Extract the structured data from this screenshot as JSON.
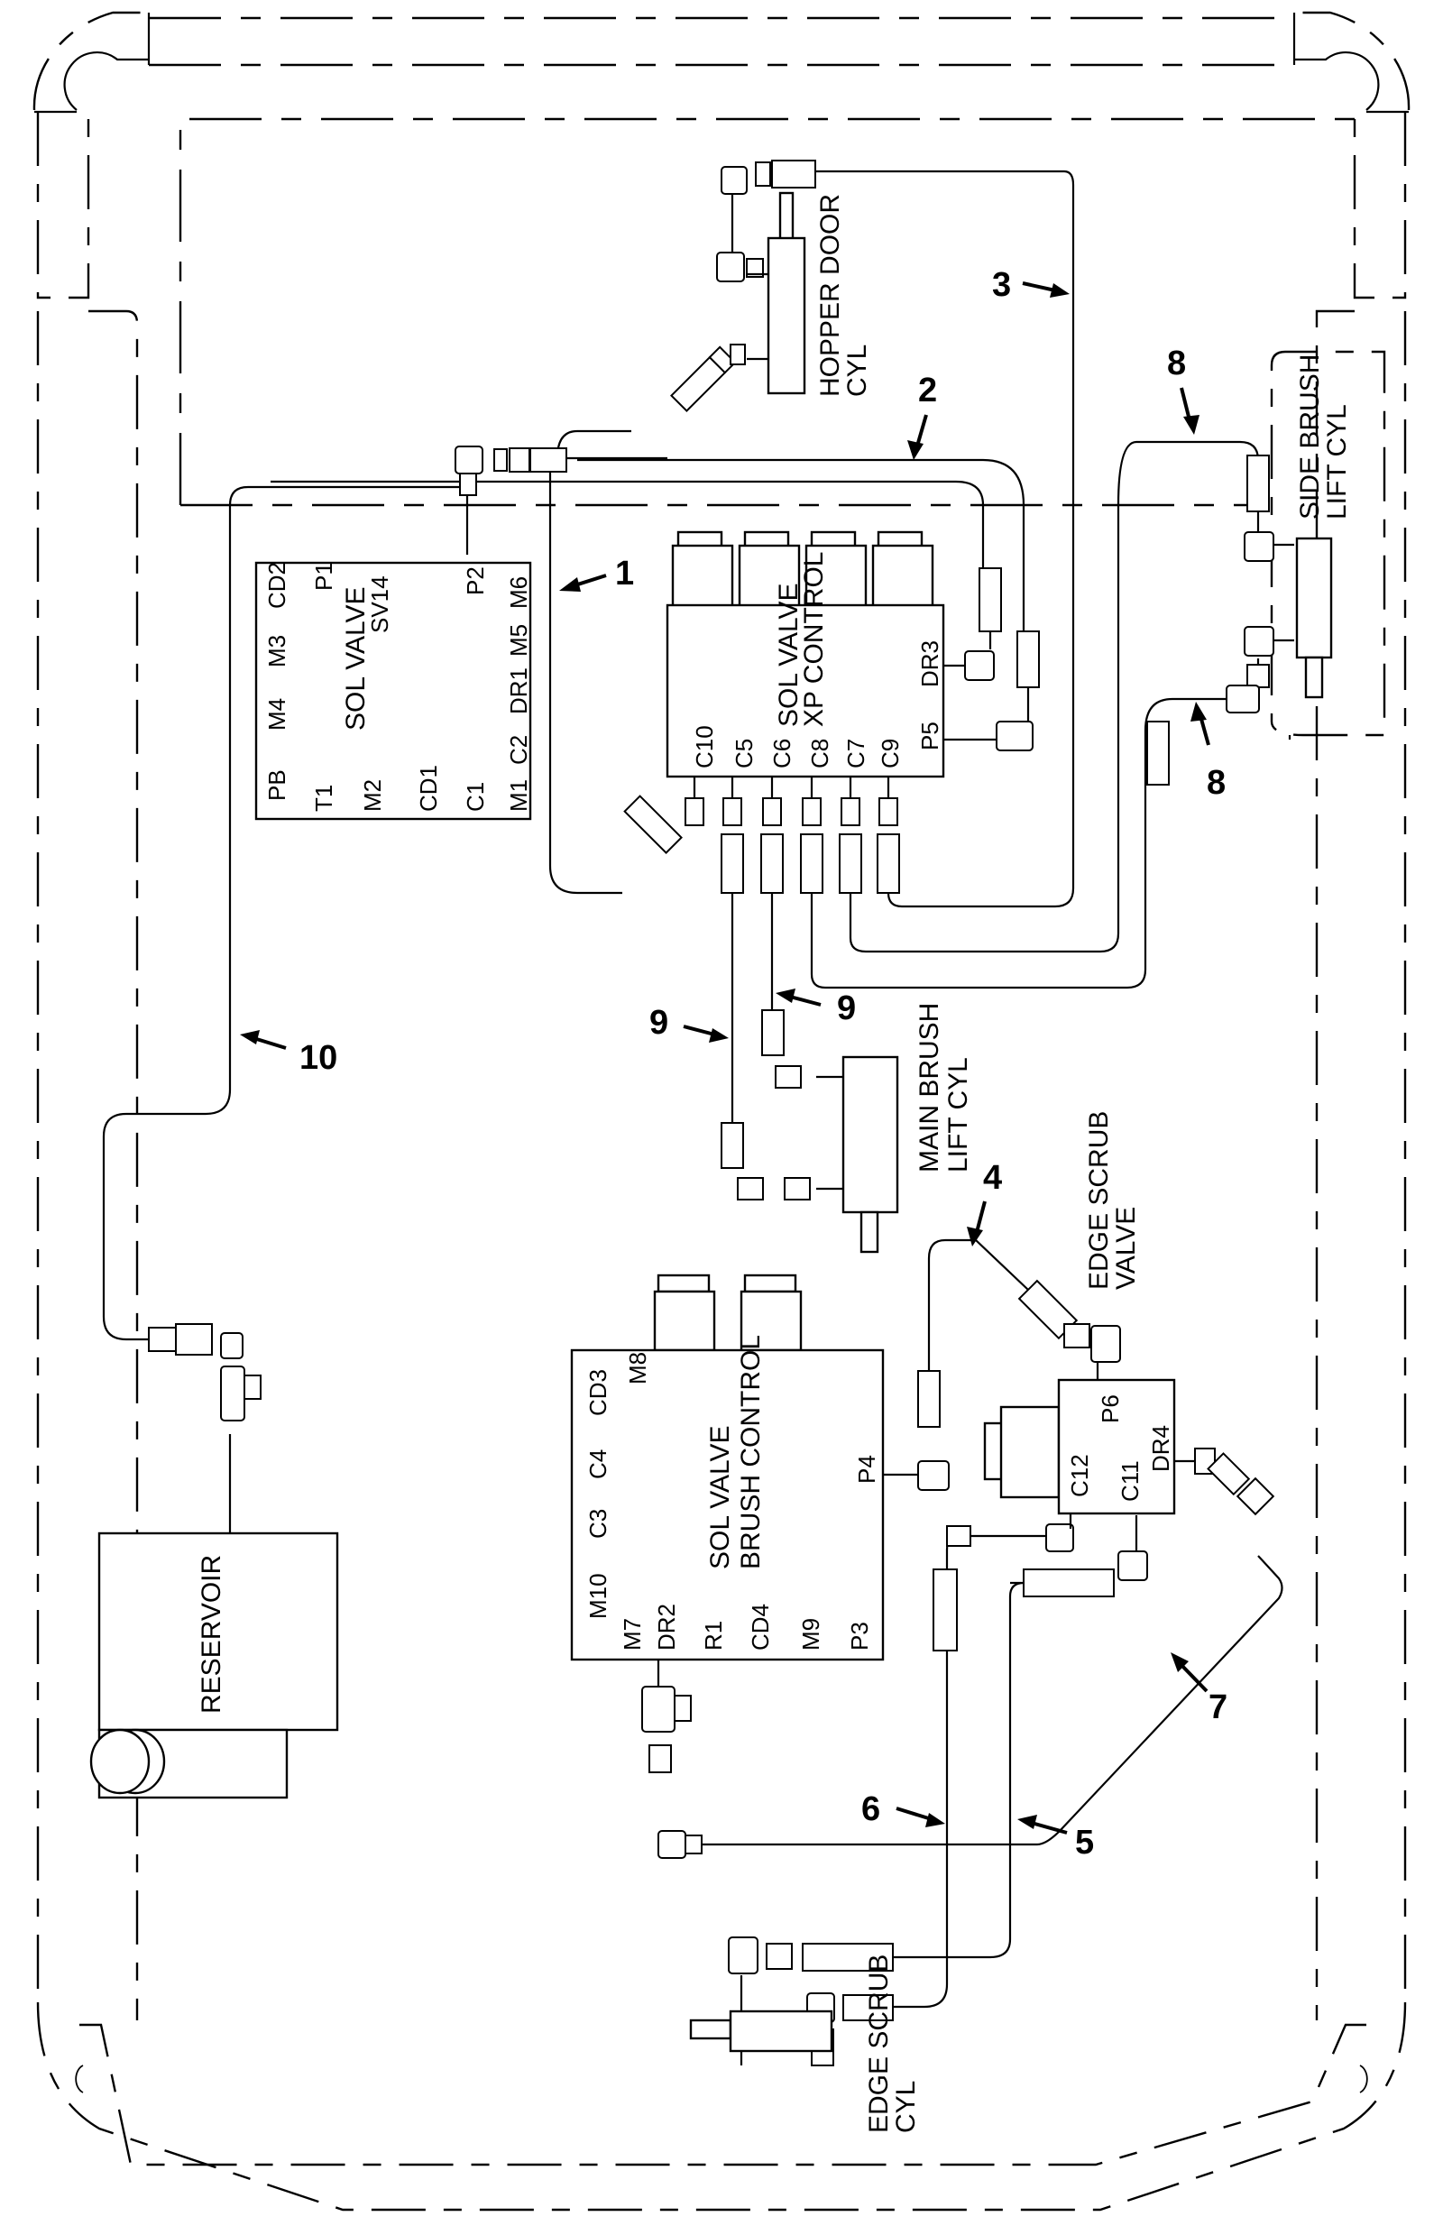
{
  "diagram": {
    "title": "Hydraulic hose routing diagram",
    "components": {
      "hopper_door_cyl": [
        "HOPPER DOOR",
        "CYL"
      ],
      "side_brush_lift_cyl": [
        "SIDE BRUSH",
        "LIFT CYL"
      ],
      "main_brush_lift_cyl": [
        "MAIN BRUSH",
        "LIFT CYL"
      ],
      "edge_scrub_valve": [
        "EDGE SCRUB",
        "VALVE"
      ],
      "edge_scrub_cyl": [
        "EDGE SCRUB",
        "CYL"
      ],
      "reservoir": "RESERVOIR"
    },
    "sol_valve_sv14": {
      "name": "SOL VALVE",
      "id": "SV14",
      "ports_top_row": [
        "CD2",
        "M3",
        "M4",
        "PB"
      ],
      "ports_row2": [
        "P1",
        "T1"
      ],
      "ports_row3": [
        "M2"
      ],
      "ports_row4": [
        "CD1"
      ],
      "ports_right": [
        "P2",
        "M6",
        "M5",
        "DR1",
        "C2",
        "C1",
        "M1"
      ]
    },
    "sol_valve_xp": {
      "name_line1": "SOL VALVE",
      "name_line2": "XP CONTROL",
      "ports_bottom": [
        "C10",
        "C5",
        "C6",
        "C8",
        "C7",
        "C9"
      ],
      "ports_right": [
        "DR3",
        "P5"
      ]
    },
    "sol_valve_brush": {
      "name_line1": "SOL VALVE",
      "name_line2": "BRUSH CONTROL",
      "ports_left": [
        "CD3",
        "C4",
        "C3",
        "M10"
      ],
      "ports_top": [
        "M8"
      ],
      "ports_bottom": [
        "M7",
        "DR2",
        "R1",
        "CD4",
        "M9",
        "P3"
      ],
      "ports_right": [
        "P4"
      ]
    },
    "edge_valve_ports": [
      "P6",
      "DR4",
      "C12",
      "C11"
    ],
    "callouts": {
      "c1": "1",
      "c2": "2",
      "c3": "3",
      "c4": "4",
      "c5": "5",
      "c6": "6",
      "c7": "7",
      "c8a": "8",
      "c8b": "8",
      "c9a": "9",
      "c9b": "9",
      "c10": "10"
    }
  }
}
